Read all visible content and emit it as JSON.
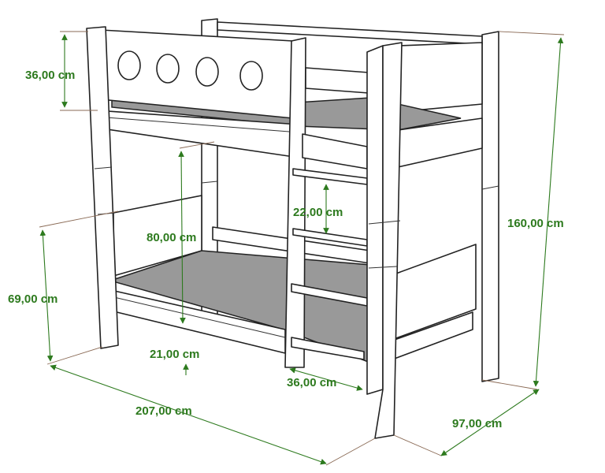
{
  "diagram": {
    "subject": "bunk-bed",
    "colors": {
      "dimension": "#2d7a1e",
      "outline": "#222222",
      "mattress": "#999999",
      "extension": "#8a6a55"
    },
    "dimensions": {
      "guard_height": "36,00 cm",
      "total_height": "160,00 cm",
      "ladder_step": "22,00 cm",
      "bed_clearance": "80,00 cm",
      "lower_height": "69,00 cm",
      "bottom_clearance": "21,00 cm",
      "ladder_width": "36,00 cm",
      "length": "207,00 cm",
      "width": "97,00 cm"
    }
  }
}
